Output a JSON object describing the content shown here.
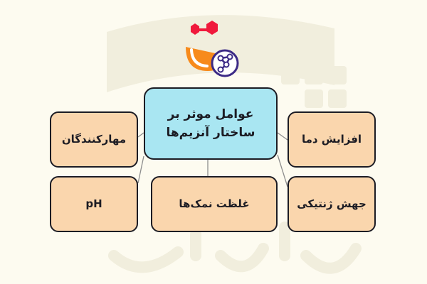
{
  "diagram": {
    "center": "عوامل موثر بر ساختار آنزیم‌ها",
    "nodes": {
      "modulators": "مهارکنندگان",
      "ph": "pH",
      "salt": "غلظت نمک‌ها",
      "temperature": "افزایش دما",
      "mutation": "جهش ژنتیکی"
    }
  },
  "icons": [
    "molecule-logo-icon"
  ],
  "colors": {
    "background": "#fdfbf0",
    "center_fill": "#a9e6f2",
    "node_fill": "#fad6ad",
    "border": "#1c1c24",
    "accent_red": "#f0193c",
    "accent_orange": "#f78a1b",
    "accent_purple": "#3c2a86"
  }
}
